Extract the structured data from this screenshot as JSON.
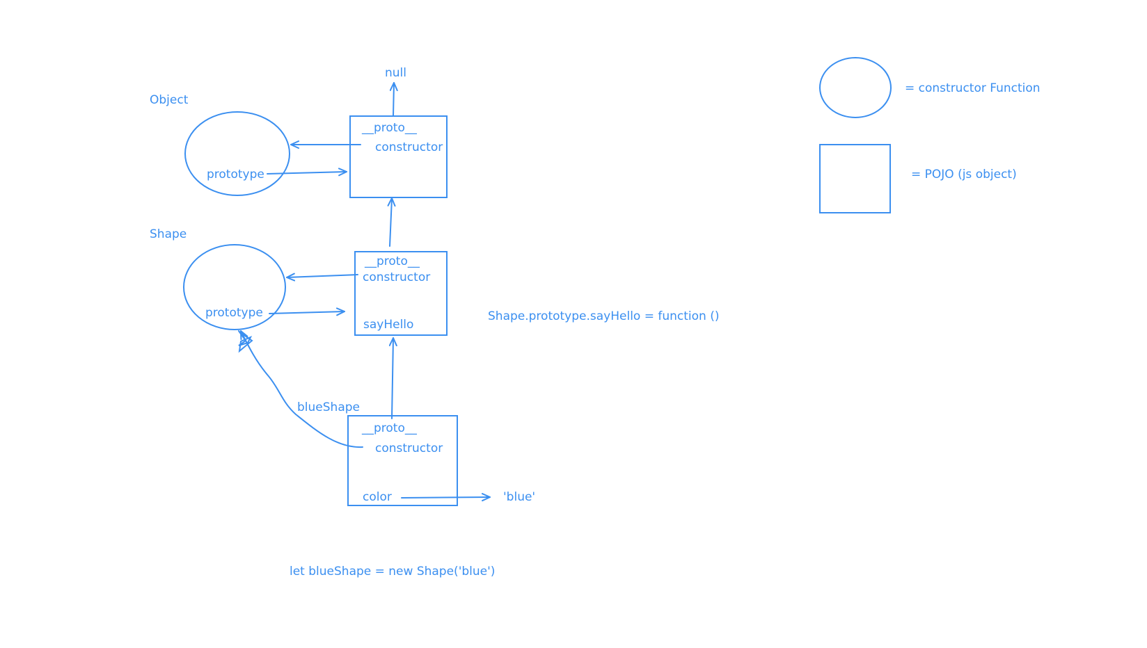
{
  "diagram": {
    "object_function": {
      "name": "Object",
      "prototype_label": "prototype"
    },
    "object_prototype_box": {
      "proto_label": "__proto__",
      "constructor_label": "constructor"
    },
    "null_label": "null",
    "shape_function": {
      "name": "Shape",
      "prototype_label": "prototype"
    },
    "shape_prototype_box": {
      "proto_label": "__proto__",
      "constructor_label": "constructor",
      "method_label": "sayHello"
    },
    "shape_method_code": "Shape.prototype.sayHello = function ()",
    "instance": {
      "name": "blueShape",
      "proto_label": "__proto__",
      "constructor_label": "constructor",
      "property_label": "color",
      "property_value": "'blue'"
    },
    "instance_code": "let blueShape = new Shape('blue')"
  },
  "legend": {
    "ellipse_label": "= constructor Function",
    "box_label": "= POJO (js object)"
  },
  "colors": {
    "stroke": "#3b8ff0",
    "text": "#3b8ff0",
    "background": "#ffffff"
  }
}
